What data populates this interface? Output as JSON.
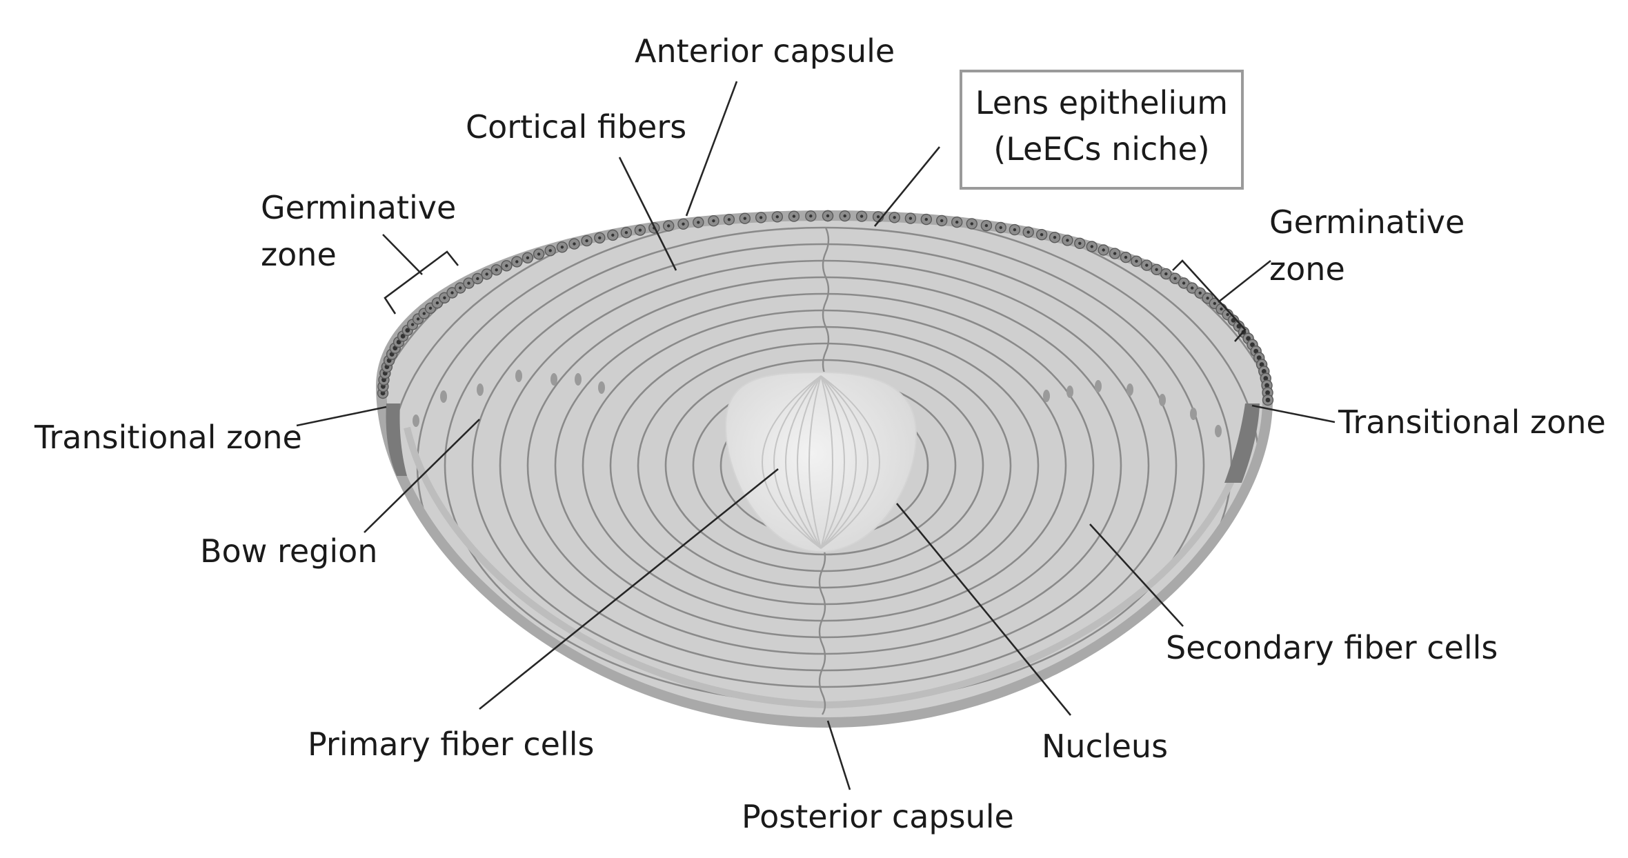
{
  "labels": {
    "anterior_capsule": "Anterior capsule",
    "cortical_fibers": "Cortical fibers",
    "lens_epithelium_line1": "Lens epithelium",
    "lens_epithelium_line2": "(LeECs niche)",
    "germinative_zone_left_line1": "Germinative",
    "germinative_zone_left_line2": "zone",
    "germinative_zone_right_line1": "Germinative",
    "germinative_zone_right_line2": "zone",
    "transitional_zone_left": "Transitional zone",
    "transitional_zone_right": "Transitional zone",
    "bow_region": "Bow region",
    "secondary_fiber_cells": "Secondary fiber cells",
    "primary_fiber_cells": "Primary fiber cells",
    "nucleus": "Nucleus",
    "posterior_capsule": "Posterior capsule"
  },
  "colors": {
    "capsule": "#a6a6a6",
    "lens_body": "#cdcdcd",
    "fiber_lines": "#8a8a8a",
    "epithelium": "#7d7d7d",
    "nucleus": "#e6e6e6",
    "text": "#1a1a1a"
  }
}
